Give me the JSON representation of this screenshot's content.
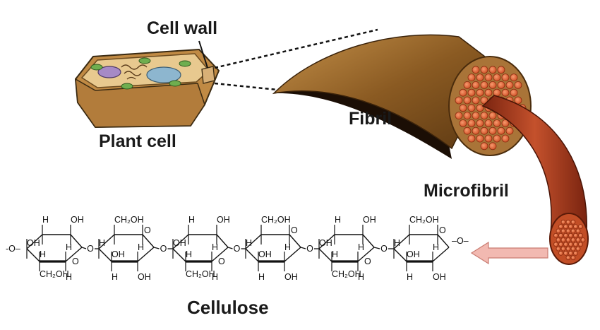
{
  "labels": {
    "cell_wall": "Cell wall",
    "plant_cell": "Plant cell",
    "fibril": "Fibril",
    "microfibril": "Microfibril",
    "cellulose": "Cellulose"
  },
  "chem": {
    "H": "H",
    "OH": "OH",
    "O": "O",
    "CH2OH": "CH₂OH",
    "left_end": "-O–",
    "right_end": "–O–",
    "link": "O"
  },
  "colors": {
    "cell_tan": "#c89a55",
    "cell_inner": "#e6c48a",
    "fibril_brown": "#8a5a22",
    "fibril_dark": "#1b0e05",
    "microfibril_red": "#b33b1c",
    "strand_orange": "#e0683a",
    "arrow_pink": "#f2b9b1"
  }
}
